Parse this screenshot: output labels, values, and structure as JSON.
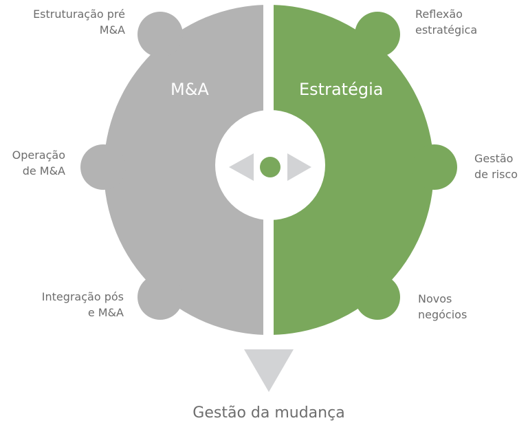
{
  "colors": {
    "grey": "#b3b3b3",
    "green": "#7aa85c",
    "arrow": "#d2d3d5",
    "text": "#6d6d6d"
  },
  "left_half": {
    "title": "M&A",
    "items": [
      "Estruturação pré M&A",
      "Operação de M&A",
      "Integração pós e M&A"
    ]
  },
  "right_half": {
    "title": "Estratégia",
    "items": [
      "Reflexão estratégica",
      "Gestão de risco",
      "Novos negócios"
    ]
  },
  "bottom_label": "Gestão da mudança"
}
